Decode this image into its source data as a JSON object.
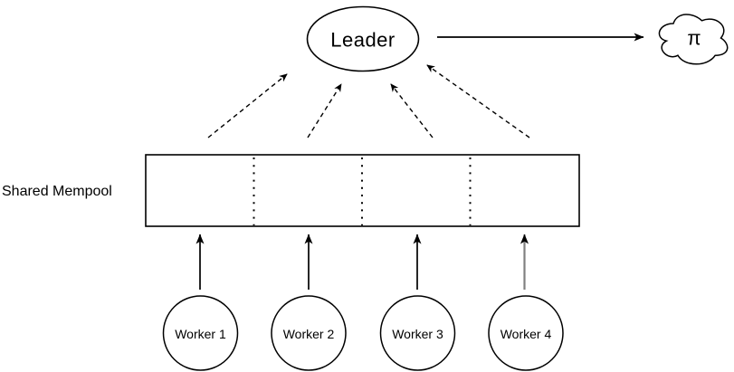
{
  "diagram": {
    "kind": "flow-diagram",
    "background": "#ffffff",
    "stroke_color": "#000000",
    "nodes": {
      "leader": {
        "label": "Leader",
        "shape": "ellipse"
      },
      "output": {
        "label": "π",
        "shape": "cloud"
      },
      "mempool": {
        "label": "Shared Mempool",
        "shape": "rectangle",
        "sections": 4,
        "divider_style": "dotted"
      },
      "workers": [
        {
          "label": "Worker 1",
          "shape": "circle"
        },
        {
          "label": "Worker 2",
          "shape": "circle"
        },
        {
          "label": "Worker 3",
          "shape": "circle"
        },
        {
          "label": "Worker 4",
          "shape": "circle"
        }
      ]
    },
    "edges": [
      {
        "from": "Worker 1",
        "to": "Shared Mempool",
        "style": "solid-arrow"
      },
      {
        "from": "Worker 2",
        "to": "Shared Mempool",
        "style": "solid-arrow"
      },
      {
        "from": "Worker 3",
        "to": "Shared Mempool",
        "style": "solid-arrow"
      },
      {
        "from": "Worker 4",
        "to": "Shared Mempool",
        "style": "solid-arrow",
        "shaft_color": "#808080"
      },
      {
        "from": "Shared Mempool",
        "to": "Leader",
        "style": "dashed-arrow",
        "count": 4
      },
      {
        "from": "Leader",
        "to": "π",
        "style": "solid-arrow"
      }
    ]
  }
}
